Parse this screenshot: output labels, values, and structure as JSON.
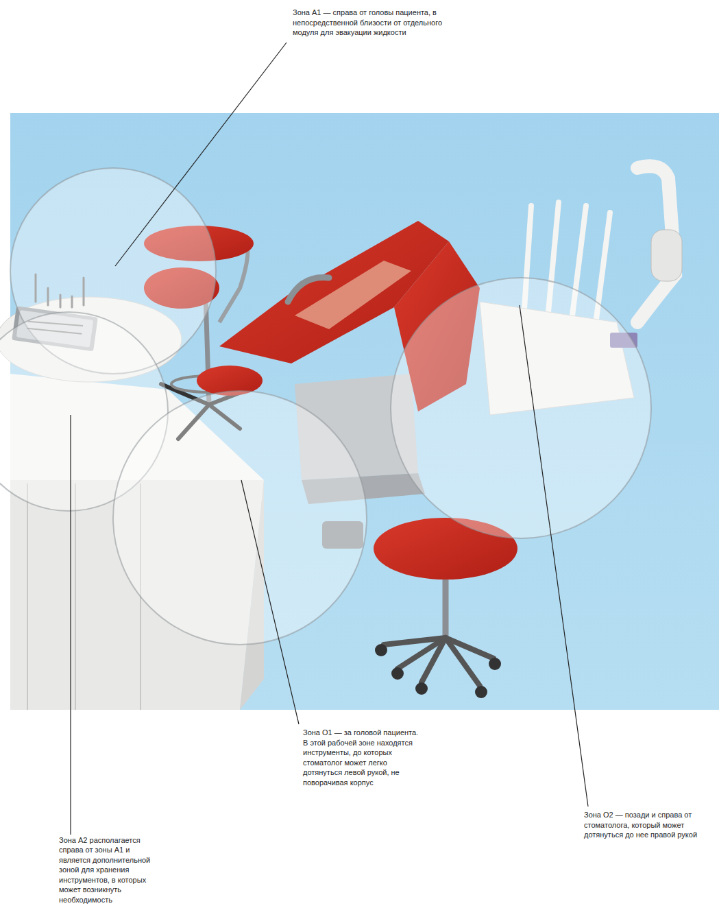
{
  "diagram": {
    "labels": [
      "Зона А1 — справа от головы пациента, в непосредственной близости от отдельного модуля для эвакуации жидкости",
      "Зона А2 располагается справа от зоны А1 и является дополнительной зоной для хранения инструментов, в которых может возникнуть необходимость",
      "Зона О1 — за головой пациента. В этой рабочей зоне находятся инструменты, до которых стоматолог может легко дотянуться левой рукой, не поворачивая корпус",
      "Зона О2 — позади и справа от стоматолога, который может дотянуться до нее правой рукой"
    ]
  }
}
